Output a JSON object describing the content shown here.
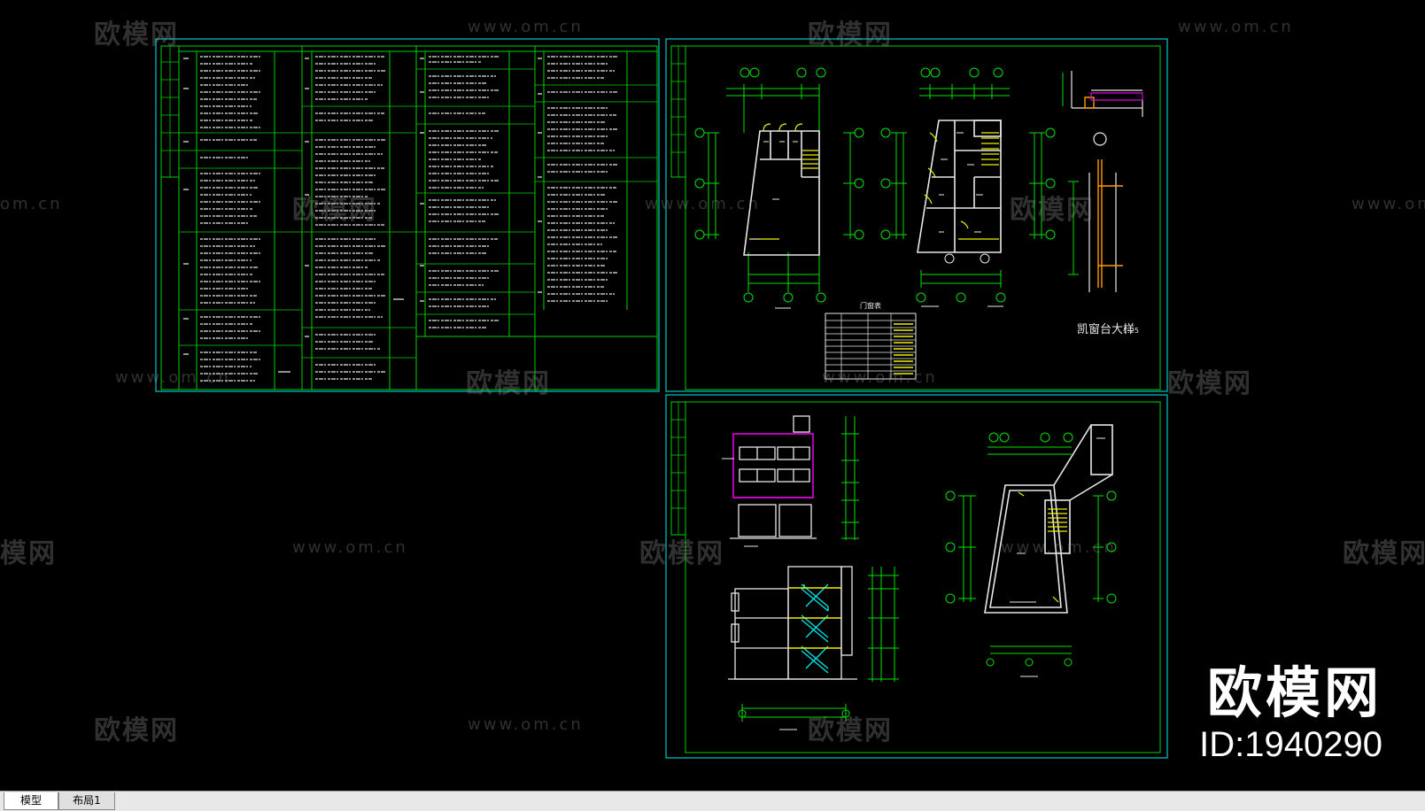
{
  "watermarks": {
    "logo_text": "欧模网",
    "url_text": "www.om.cn",
    "url_short": "om.cn",
    "logo_partial": "模网"
  },
  "brand": {
    "logo_text": "欧模网",
    "id_text": "ID:1940290"
  },
  "tabs": [
    {
      "label": "模型"
    },
    {
      "label": "布局1"
    }
  ],
  "drawing": {
    "window_detail_label": "凯窗台大样",
    "scale_label": "1:25",
    "table_title": "门窗表"
  },
  "colors": {
    "background": "#000000",
    "frame": "#00c8c8",
    "line_green": "#00e000",
    "line_yellow": "#f0f000",
    "line_white": "#e0e0e0",
    "line_magenta": "#e000e0",
    "line_cyan": "#00e0e0",
    "line_orange": "#ff9900"
  }
}
